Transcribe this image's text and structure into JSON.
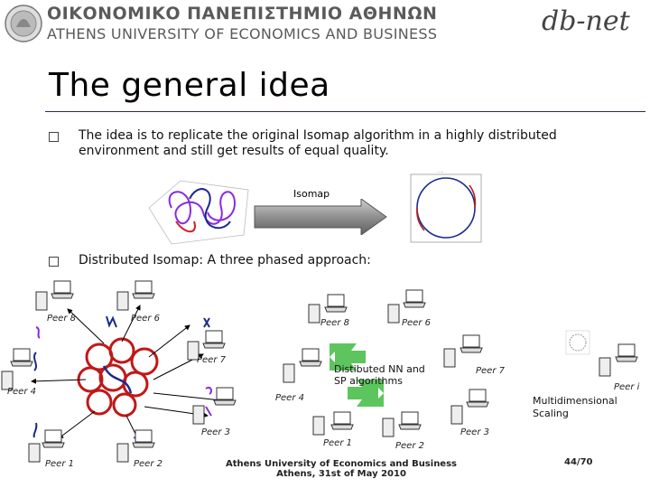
{
  "header": {
    "greek": "ΟΙΚΟΝΟΜΙΚΟ ΠΑΝΕΠΙΣΤΗΜΙΟ ΑΘΗΝΩΝ",
    "english": "ATHENS UNIVERSITY OF ECONOMICS AND BUSINESS",
    "logo": "db-net"
  },
  "slide": {
    "title": "The general idea",
    "bullets": [
      "The idea is to replicate the original Isomap algorithm in a highly distributed environment and still get results of equal quality.",
      "Distributed Isomap: A three phased approach:"
    ]
  },
  "figure": {
    "arrow_label": "Isomap"
  },
  "network1": {
    "peers": [
      "Peer 8",
      "Peer 6",
      "Peer 7",
      "Peer 4",
      "Peer 3",
      "Peer 1",
      "Peer 2"
    ]
  },
  "network2": {
    "peers": [
      "Peer 8",
      "Peer 6",
      "Peer 4",
      "Peer 1",
      "Peer 2"
    ],
    "center_label_1": "Distibuted NN and",
    "center_label_2": "SP algorithms"
  },
  "network3": {
    "peers": [
      "Peer 7",
      "Peer i",
      "Peer 3"
    ],
    "label_1": "Multidimensional",
    "label_2": "Scaling"
  },
  "footer": {
    "university": "Athens University of Economics and Business",
    "date": "Athens, 31st of May 2010",
    "page": "44/70"
  }
}
